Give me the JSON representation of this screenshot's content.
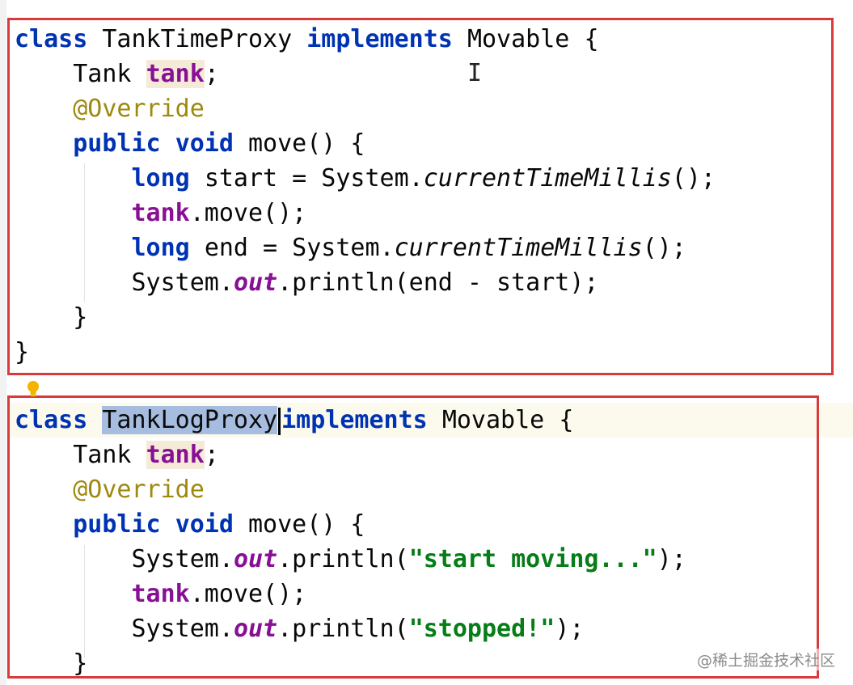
{
  "class1": {
    "header": {
      "kw_class": "class",
      "name": "TankTimeProxy",
      "kw_implements": "implements",
      "iface": "Movable",
      "brace": "{"
    },
    "field": {
      "type": "Tank",
      "name": "tank",
      "semi": ";"
    },
    "annotation": "@Override",
    "method": {
      "kw_public": "public",
      "kw_void": "void",
      "sig": "move() {"
    },
    "body": {
      "l1": {
        "kw": "long",
        "pre": "start = System.",
        "call": "currentTimeMillis",
        "post": "();"
      },
      "l2": {
        "obj": "tank",
        "rest": ".move();"
      },
      "l3": {
        "kw": "long",
        "pre": "end = System.",
        "call": "currentTimeMillis",
        "post": "();"
      },
      "l4": {
        "pre": "System.",
        "field": "out",
        "post": ".println(end - start);"
      }
    },
    "method_close": "}",
    "class_close": "}"
  },
  "class2": {
    "header": {
      "kw_class": "class",
      "name": "TankLogProxy",
      "kw_implements": "implements",
      "iface": "Movable",
      "brace": "{"
    },
    "field": {
      "type": "Tank",
      "name": "tank",
      "semi": ";"
    },
    "annotation": "@Override",
    "method": {
      "kw_public": "public",
      "kw_void": "void",
      "sig": "move() {"
    },
    "body": {
      "l1": {
        "pre": "System.",
        "field": "out",
        "mid": ".println(",
        "str": "\"start moving...\"",
        "post": ");"
      },
      "l2": {
        "obj": "tank",
        "rest": ".move();"
      },
      "l3": {
        "pre": "System.",
        "field": "out",
        "mid": ".println(",
        "str": "\"stopped!\"",
        "post": ");"
      }
    },
    "method_close": "}"
  },
  "mouse_cursor": "I",
  "watermark": "@稀土掘金技术社区",
  "colors": {
    "keyword": "#0033b3",
    "field": "#871094",
    "annotation": "#9e880d",
    "string": "#067d17",
    "selection": "#a6bde0",
    "frame": "#d93a3a"
  }
}
